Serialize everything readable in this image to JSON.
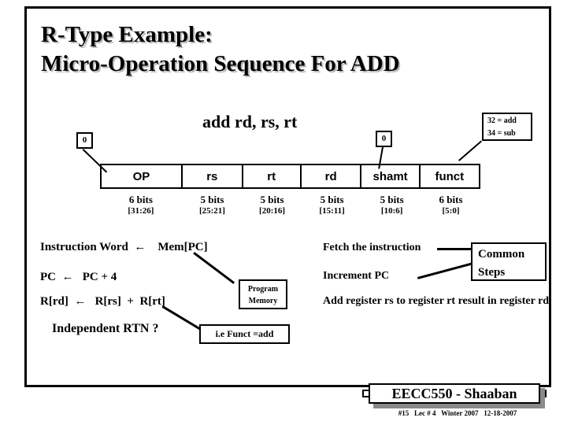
{
  "slide": {
    "title_line1": "R-Type Example:",
    "title_line2": "Micro-Operation Sequence For ADD",
    "instruction_heading": "add rd, rs, rt"
  },
  "callouts": {
    "op_zero": "0",
    "shamt_zero": "0",
    "funct_note_line1": "32 = add",
    "funct_note_line2": "34 = sub",
    "program_memory_line1": "Program",
    "program_memory_line2": "Memory",
    "funct_add_note": "i.e Funct =add",
    "common_steps_line1": "Common",
    "common_steps_line2": "Steps"
  },
  "instruction_format": {
    "fields": [
      {
        "name": "OP",
        "bits": "6 bits",
        "range": "[31:26]",
        "width_pct": 21.5
      },
      {
        "name": "rs",
        "bits": "5 bits",
        "range": "[25:21]",
        "width_pct": 16.0
      },
      {
        "name": "rt",
        "bits": "5 bits",
        "range": "[20:16]",
        "width_pct": 15.5
      },
      {
        "name": "rd",
        "bits": "5 bits",
        "range": "[15:11]",
        "width_pct": 16.0
      },
      {
        "name": "shamt",
        "bits": "5 bits",
        "range": "[10:6]",
        "width_pct": 15.5
      },
      {
        "name": "funct",
        "bits": "6 bits",
        "range": "[5:0]",
        "width_pct": 15.5
      }
    ]
  },
  "rtn": {
    "line1": "Instruction Word  ←    Mem[PC]",
    "line2": "PC  ←   PC + 4",
    "line3": "R[rd]  ←   R[rs]  +  R[rt]",
    "question": "Independent RTN ?"
  },
  "explanations": {
    "line1": "Fetch the instruction",
    "line2": "Increment PC",
    "line3": "Add register  rs  to register rt result in register rd"
  },
  "footer": {
    "course": "EECC550 - Shaaban",
    "meta": "#15   Lec # 4   Winter 2007   12-18-2007"
  }
}
